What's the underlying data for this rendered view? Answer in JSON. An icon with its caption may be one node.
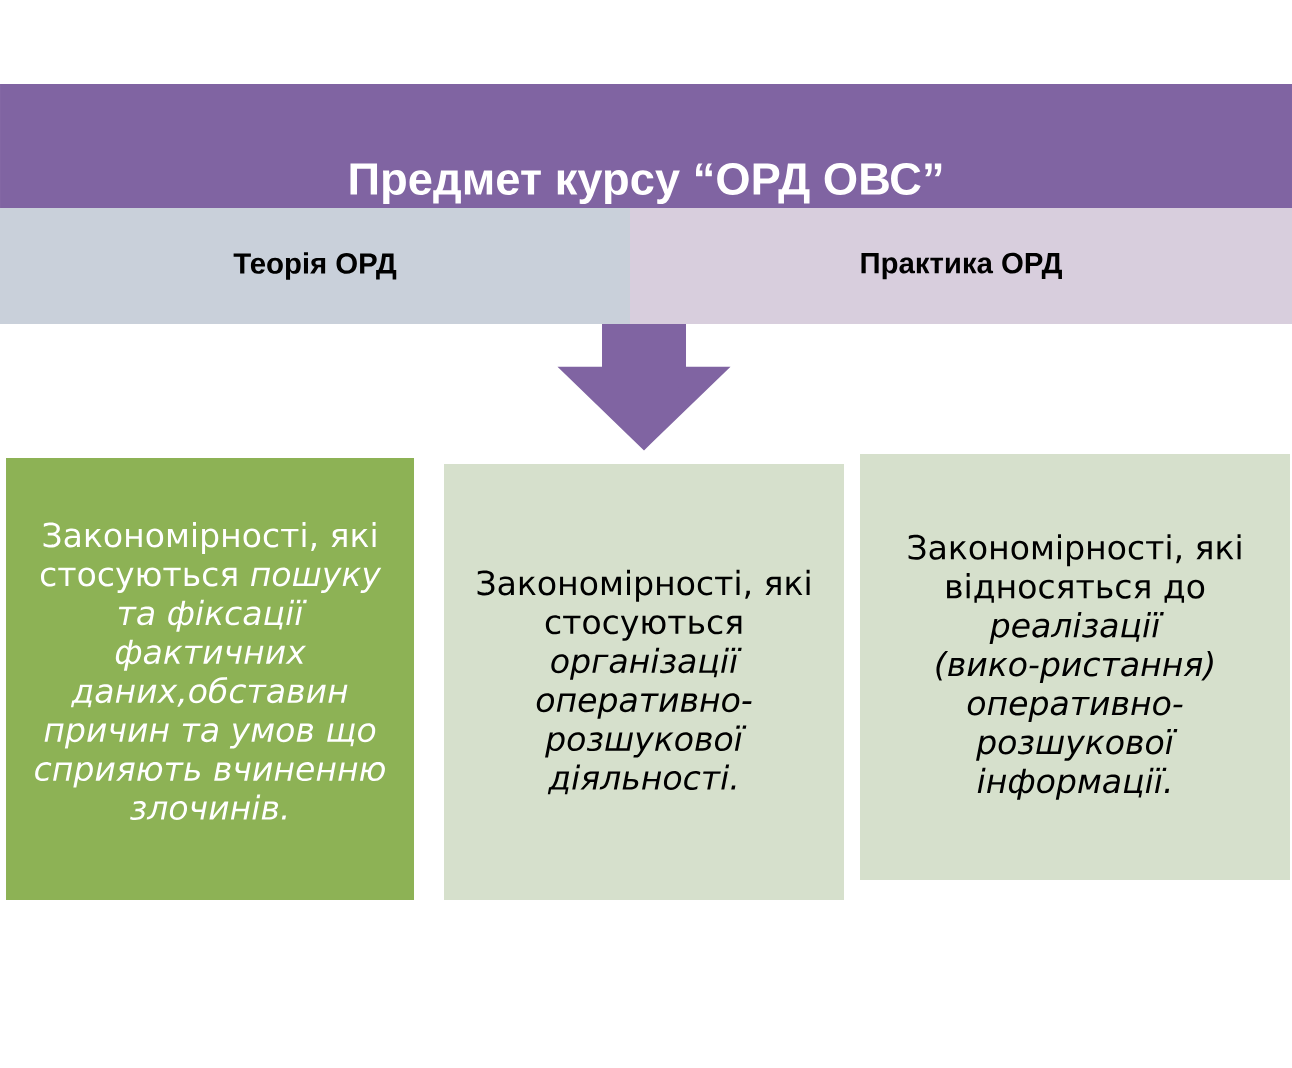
{
  "diagram": {
    "nodes": [
      {
        "text": [
          "Предмет курсу “ОРД ОВС”"
        ]
      },
      {
        "text": [
          "Теорія ОРД"
        ]
      },
      {
        "text": [
          "Практика ОРД"
        ]
      },
      {
        "text": [
          "Закономірності, які стосуються *пошуку та фіксації фактичних даних,обставин причин та умов що сприяють вчиненню злочинів.*"
        ]
      },
      {
        "text": [
          "Закономірності, які стосуються *організації оперативно-розшукової діяльності.*"
        ]
      },
      {
        "text": [
          "Закономірності, які відносяться до *реалізації (вико-ристання) оперативно-розшукової інформації.*"
        ]
      }
    ],
    "edges": [
      {
        "from": 1,
        "to": 4,
        "arrow": "to"
      },
      {
        "from": 2,
        "to": 4,
        "arrow": "to"
      }
    ]
  }
}
